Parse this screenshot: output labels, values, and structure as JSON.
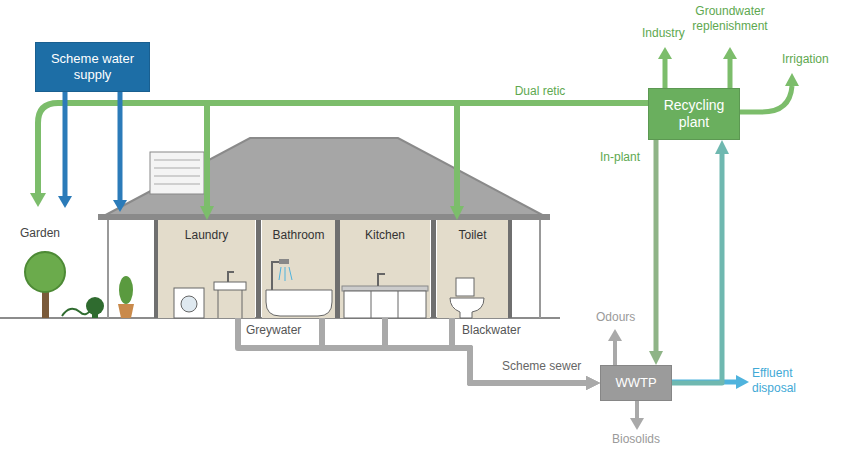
{
  "diagram": {
    "nodes": [
      {
        "text": [
          "Scheme water supply"
        ]
      },
      {
        "text": [
          "Recycling plant"
        ]
      },
      {
        "text": [
          "Laundry"
        ]
      },
      {
        "text": [
          "Bathroom"
        ]
      },
      {
        "text": [
          "Kitchen"
        ]
      },
      {
        "text": [
          "Toilet"
        ]
      },
      {
        "text": [
          "WWTP"
        ]
      }
    ],
    "edges": [
      {
        "from": 1,
        "to": 2,
        "arrow": "to",
        "label": "Dual retic"
      },
      {
        "from": 1,
        "to": 5,
        "arrow": "to"
      },
      {
        "from": 2,
        "to": 6,
        "arrow": "to"
      },
      {
        "from": 3,
        "to": 6,
        "arrow": "to"
      },
      {
        "from": 4,
        "to": 6,
        "arrow": "to"
      },
      {
        "from": 5,
        "to": 6,
        "arrow": "to",
        "label": "Scheme sewer"
      },
      {
        "from": 1,
        "to": 6,
        "arrow": "to",
        "label": "In-plant"
      },
      {
        "from": 6,
        "to": 1,
        "arrow": "to"
      }
    ],
    "labels": [
      "Industry",
      "Groundwater replenishment",
      "Irrigation",
      "Garden",
      "Greywater",
      "Blackwater",
      "Odours",
      "Effluent disposal",
      "Biosolids"
    ]
  }
}
